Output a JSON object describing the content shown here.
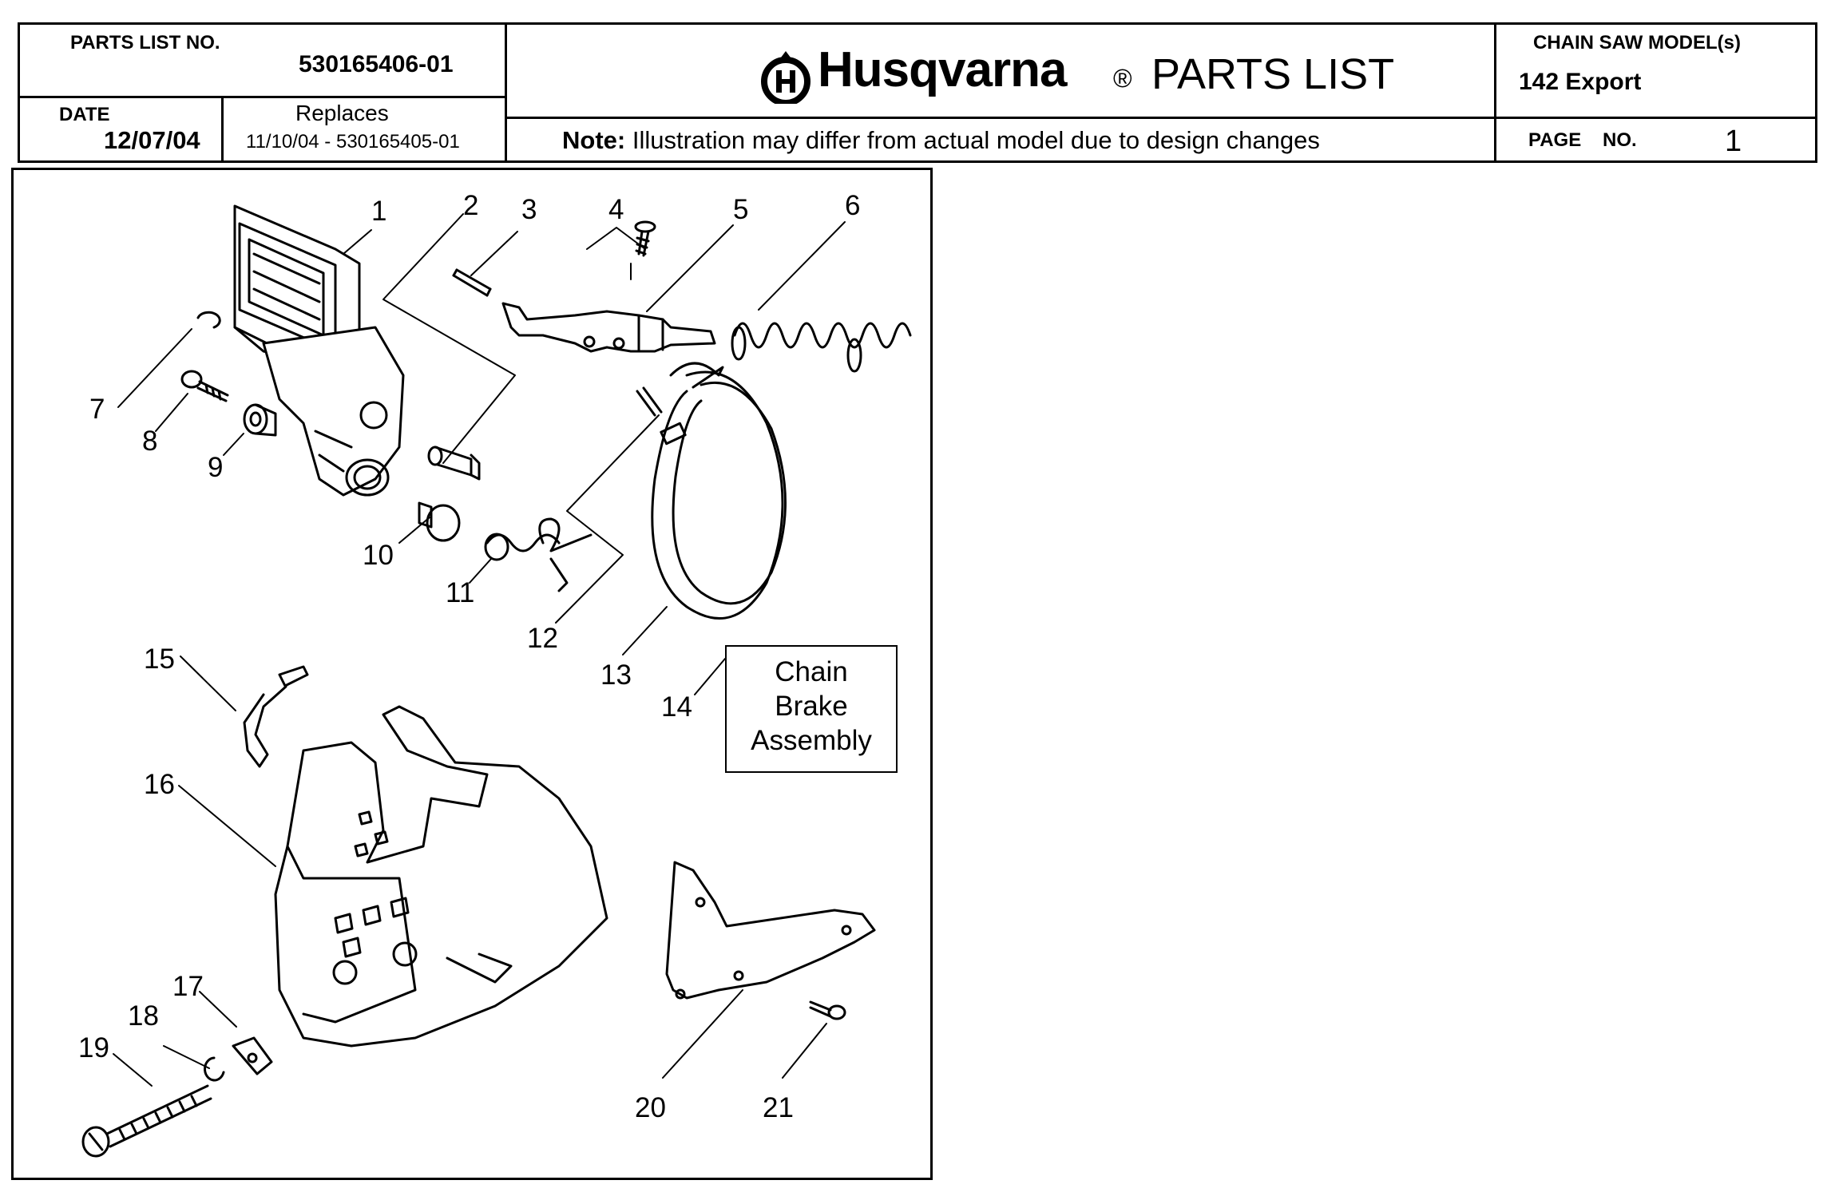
{
  "header": {
    "parts_list_label": "PARTS LIST NO.",
    "parts_list_no": "530165406-01",
    "date_label": "DATE",
    "date_value": "12/07/04",
    "replaces_label": "Replaces",
    "replaces_value": "11/10/04 - 530165405-01",
    "brand": "Husqvarna",
    "brand_mark": "®",
    "title": "PARTS LIST",
    "note_bold": "Note:",
    "note_text": "Illustration may differ from actual model due to design changes",
    "model_label": "CHAIN SAW MODEL(s)",
    "model_value": "142 Export",
    "page_label": "PAGE",
    "page_no_label": "NO.",
    "page_no": "1"
  },
  "assembly_box": {
    "line1": "Chain",
    "line2": "Brake",
    "line3": "Assembly"
  },
  "callouts": [
    "1",
    "2",
    "3",
    "4",
    "5",
    "6",
    "7",
    "8",
    "9",
    "10",
    "11",
    "12",
    "13",
    "14",
    "15",
    "16",
    "17",
    "18",
    "19",
    "20",
    "21"
  ]
}
